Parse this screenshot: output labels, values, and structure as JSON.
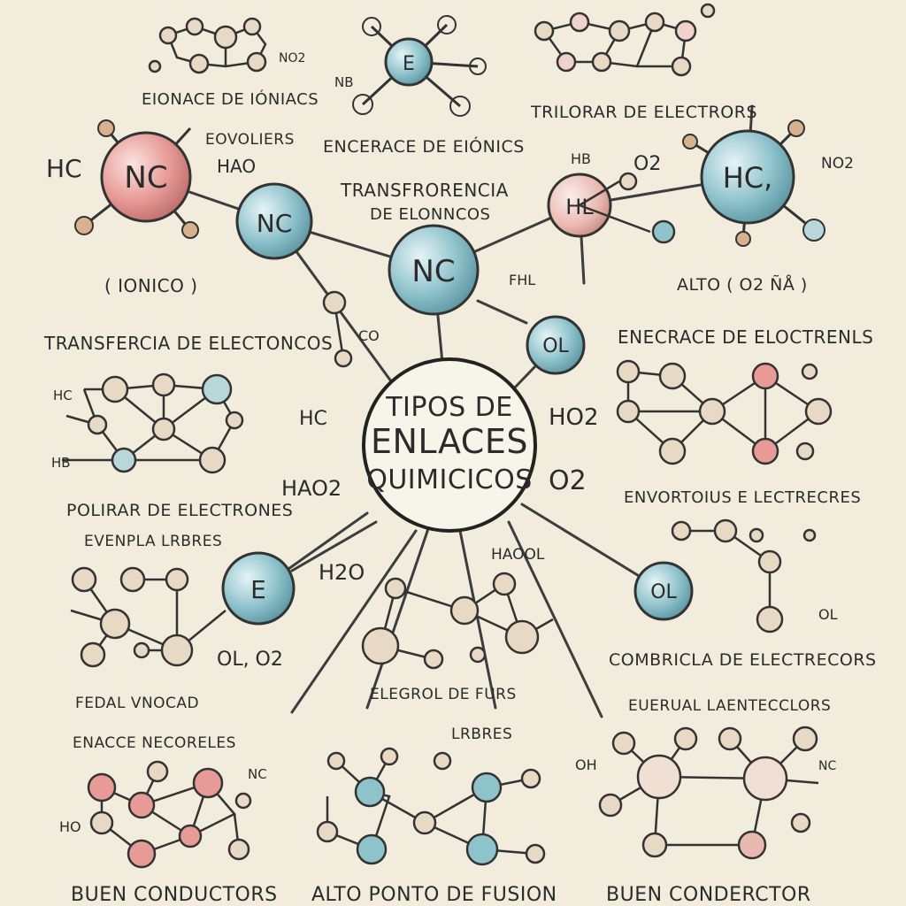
{
  "center": {
    "line1": "TIPOS DE",
    "line2": "ENLACES",
    "line3": "QUIMICICOS"
  },
  "big_atoms": [
    {
      "label": "NC"
    },
    {
      "label": "NC"
    },
    {
      "label": "NC"
    },
    {
      "label": "HL"
    },
    {
      "label": "HC,"
    },
    {
      "label": "OL"
    },
    {
      "label": "E"
    },
    {
      "label": "OL"
    },
    {
      "label": "E"
    }
  ],
  "headings": [
    "EIONACE DE IÓNIACS",
    "TRILORAR DE ELECTRORS",
    "ENCERACE DE EIÓNICS",
    "TRANSFRORENCIA",
    "DE ELONNCOS",
    "EOVOLIERS",
    "( IONICO )",
    "ALTO ( O2 ÑÅ )",
    "TRANSFERCIA DE ELECTONCOS",
    "ENECRACE DE ELOCTRENLS",
    "POLIRAR DE ELECTRONES",
    "EVENPLA LRBRES",
    "ENVORTOIUS E LECTRECRES",
    "COMBRICLA DE ELECTRECORS",
    "FEDAL VNOCAD",
    "ELEGROL DE FURS",
    "EUERUAL LAENTECCLORS",
    "ENACCE NECORELES",
    "LRBRES"
  ],
  "footer": [
    "BUEN CONDUCTORS",
    "ALTO PONTO DE FUSION",
    "BUEN CONDERCTOR"
  ],
  "formulas": [
    "HC",
    "HC",
    "NO2",
    "O2",
    "HB",
    "NB",
    "OL, O2",
    "H2O",
    "HAO2",
    "HO2",
    "O2",
    "HAOOL",
    "HAO",
    "NO2",
    "FHL",
    "HC",
    "NC",
    "HO",
    "OH",
    "NC",
    "OL",
    "CO",
    "HB"
  ]
}
